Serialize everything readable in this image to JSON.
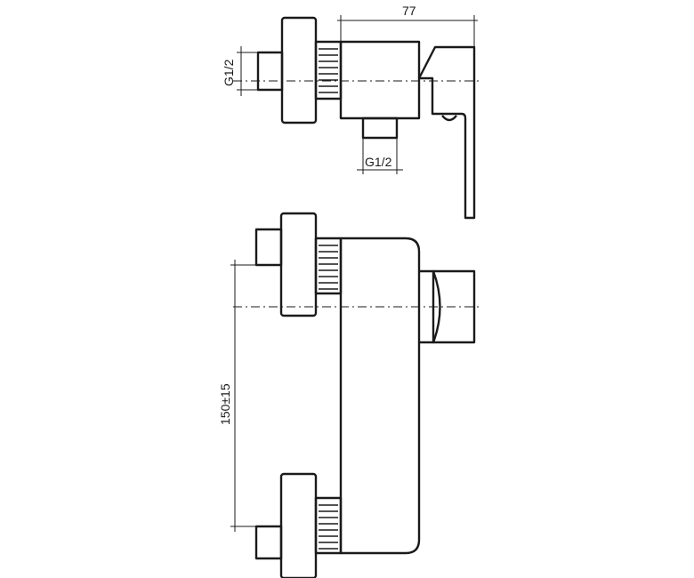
{
  "dimensions": {
    "body_depth": "77",
    "inlet_thread": "G1/2",
    "outlet_thread": "G1/2",
    "inlet_spacing": "150±15"
  }
}
